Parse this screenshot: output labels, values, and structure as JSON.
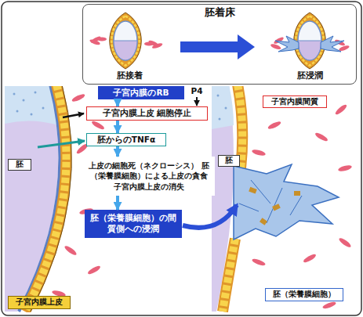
{
  "diagram": {
    "nodes": [
      {
        "text": [
          "胚着床"
        ]
      },
      {
        "text": [
          "胚"
        ]
      },
      {
        "text": [
          "子宮内膜上皮"
        ]
      },
      {
        "text": [
          "子宮内膜のRB"
        ]
      },
      {
        "text": [
          "子宮内膜上皮 細胞停止"
        ]
      },
      {
        "text": [
          "胚からのTNFα"
        ]
      },
      {
        "text": [
          "上皮の細胞死（ネクローシス） 胚（栄養膜細胞）による上皮の貪食 子宮内膜上皮の消失"
        ]
      },
      {
        "text": [
          "胚（栄養膜細胞）の間質側への浸潤"
        ]
      },
      {
        "text": [
          "子宮内膜間質"
        ]
      },
      {
        "text": [
          "胚"
        ]
      },
      {
        "text": [
          "胚（栄養膜細胞）"
        ]
      }
    ],
    "edges": [
      {
        "from": 3,
        "to": 4,
        "arrow": "to"
      },
      {
        "from": 4,
        "to": 5,
        "arrow": "to"
      },
      {
        "from": 5,
        "to": 6,
        "arrow": "to"
      },
      {
        "from": 6,
        "to": 7,
        "arrow": "to"
      }
    ],
    "labels": [
      "胚接着",
      "胚浸潤",
      "P4"
    ]
  }
}
